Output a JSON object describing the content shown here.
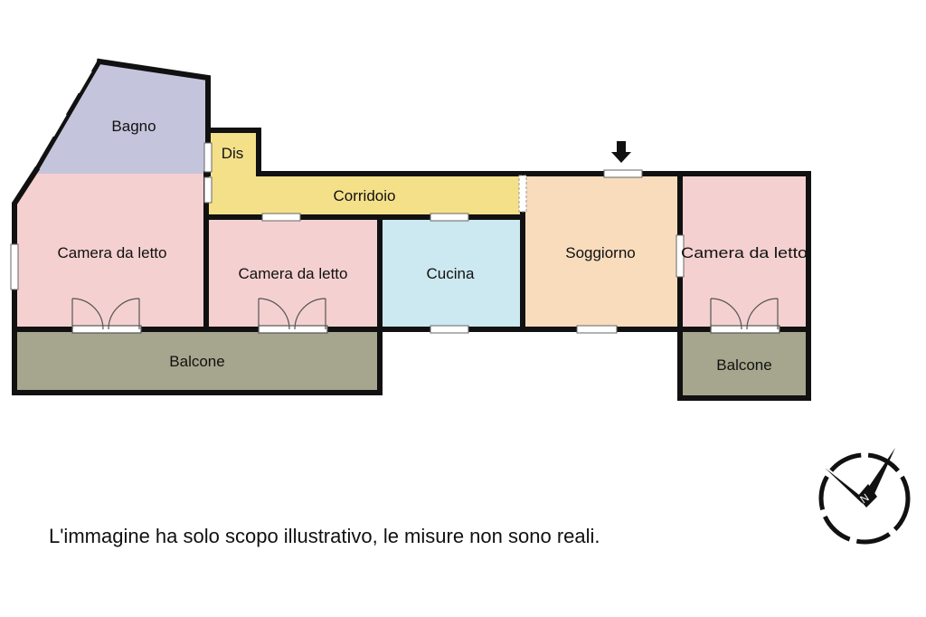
{
  "rooms": {
    "bagno": "Bagno",
    "dis": "Dis",
    "corridoio": "Corridoio",
    "camera_1": "Camera da letto",
    "camera_2": "Camera da letto",
    "cucina": "Cucina",
    "soggiorno": "Soggiorno",
    "camera_3": "Camera da letto",
    "balcone_1": "Balcone",
    "balcone_2": "Balcone"
  },
  "compass": {
    "label": "N"
  },
  "disclaimer": "L'immagine ha solo scopo illustrativo, le misure non sono reali.",
  "colors": {
    "bagno": "#c4c4dc",
    "dis": "#f5e08a",
    "corridoio": "#f5e08a",
    "camera": "#f5d0d0",
    "cucina": "#cce8f0",
    "soggiorno": "#f8dcbc",
    "balcone": "#a6a68e",
    "wall": "#111111"
  }
}
